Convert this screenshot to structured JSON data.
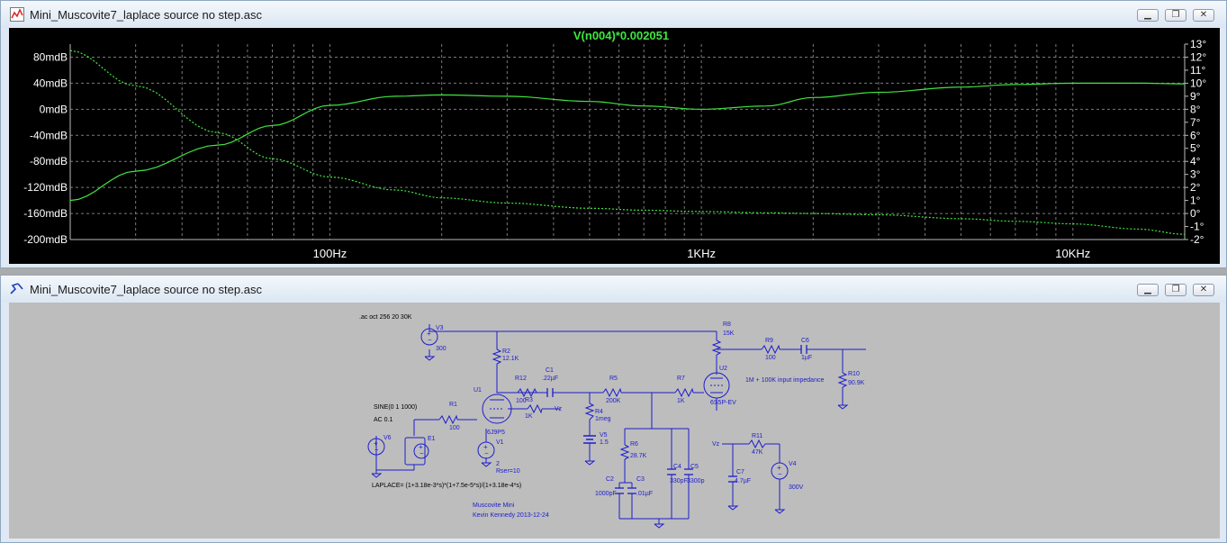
{
  "plot_window": {
    "title": "Mini_Muscovite7_laplace source no step.asc",
    "trace_label": "V(n004)*0.002051",
    "left_axis_ticks": [
      "80mdB",
      "40mdB",
      "0mdB",
      "-40mdB",
      "-80mdB",
      "-120mdB",
      "-160mdB",
      "-200mdB"
    ],
    "right_axis_ticks": [
      "13°",
      "12°",
      "11°",
      "10°",
      "9°",
      "8°",
      "7°",
      "6°",
      "5°",
      "4°",
      "3°",
      "2°",
      "1°",
      "0°",
      "-1°",
      "-2°"
    ],
    "x_axis_ticks": [
      "100Hz",
      "1KHz",
      "10KHz"
    ],
    "trace_color": "#3fe63f",
    "background": "#000000"
  },
  "chart_data": {
    "type": "line",
    "title": "V(n004)*0.002051",
    "x_scale": "log",
    "x": [
      20,
      30,
      50,
      70,
      100,
      150,
      200,
      300,
      500,
      700,
      1000,
      1500,
      2000,
      3000,
      5000,
      7000,
      10000,
      15000,
      20000
    ],
    "series": [
      {
        "y_axis": "left",
        "line_style": "solid",
        "y": [
          -140,
          -95,
          -55,
          -25,
          6,
          20,
          22,
          20,
          12,
          5,
          0,
          5,
          18,
          26,
          34,
          38,
          40,
          40,
          39
        ]
      },
      {
        "y_axis": "right",
        "line_style": "dashed",
        "y": [
          12.5,
          9.8,
          6.2,
          4.2,
          2.8,
          1.8,
          1.2,
          0.8,
          0.4,
          0.25,
          0.15,
          0.05,
          0.0,
          -0.1,
          -0.4,
          -0.6,
          -0.8,
          -1.2,
          -1.6
        ]
      }
    ],
    "ylim_left": [
      -200,
      100
    ],
    "ylim_right": [
      -2,
      13
    ],
    "xlim": [
      20,
      20000
    ],
    "grid": true
  },
  "schematic_window": {
    "title": "Mini_Muscovite7_laplace source no step.asc",
    "texts": {
      "spice": ".ac oct 256 20 30K",
      "v3": "V3",
      "v3val": "300",
      "r2": "R2",
      "r2val": "12.1K",
      "r12": "R12",
      "r12val": "100",
      "c1": "C1",
      "c1val": ".22µF",
      "r3": "R3",
      "r3val": "1K",
      "vz1": "Vz",
      "r5": "R5",
      "r5val": "200K",
      "r7": "R7",
      "r7val": "1K",
      "r8": "R8",
      "r8val": "15K",
      "r9": "R9",
      "r9val": "100",
      "c6": "C6",
      "c6val": "1µF",
      "r10": "R10",
      "r10val": "90.9K",
      "u1": "U1",
      "u1val": "6J9P5",
      "u2": "U2",
      "u2val": "6S5P-EV",
      "note": "1M + 100K input impedance",
      "sine": "SINE(0 1 1000)",
      "ac": "AC 0.1",
      "r1": "R1",
      "r1val": "100",
      "v6": "V6",
      "e1": "E1",
      "v1": "V1",
      "v1val": "2",
      "rser": "Rser=10",
      "r4": "R4",
      "r4val": "1meg",
      "v5": "V5",
      "v5val": "1.5",
      "r6": "R6",
      "r6val": "28.7K",
      "c2": "C2",
      "c2val": "1000pF",
      "c3": "C3",
      "c3val": ".01µF",
      "c4": "C4",
      "c4val": "330pF",
      "c5": "C5",
      "c5val": "3300p",
      "vz2": "Vz",
      "r11": "R11",
      "r11val": "47K",
      "c7": "C7",
      "c7val": "4.7µF",
      "v4": "V4",
      "v4val": "300V",
      "laplace": "LAPLACE= (1+3.18e-3*s)*(1+7.5e-5*s)/(1+3.18e-4*s)",
      "credit1": "Muscovite Mini",
      "credit2": "Kevin Kennedy 2013-12-24"
    }
  }
}
